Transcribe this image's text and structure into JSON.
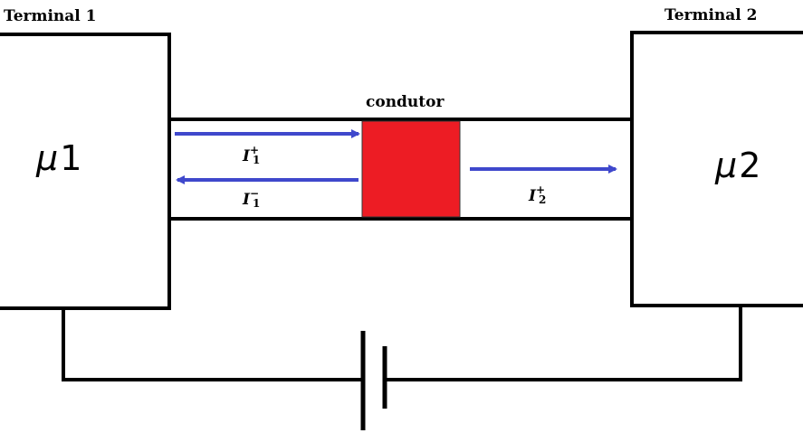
{
  "terminal_left": {
    "label": "Terminal 1",
    "potential_symbol": "μ",
    "potential_index": "1"
  },
  "terminal_right": {
    "label": "Terminal 2",
    "potential_symbol": "μ",
    "potential_index": "2"
  },
  "conductor": {
    "label": "condutor",
    "color": "#ed1c24"
  },
  "currents": [
    {
      "symbol": "I",
      "sub": "1",
      "sup": "+"
    },
    {
      "symbol": "I",
      "sub": "1",
      "sup": "−"
    },
    {
      "symbol": "I",
      "sub": "2",
      "sup": "+"
    }
  ],
  "colors": {
    "arrow": "#3f48cc",
    "wire": "#000000"
  }
}
